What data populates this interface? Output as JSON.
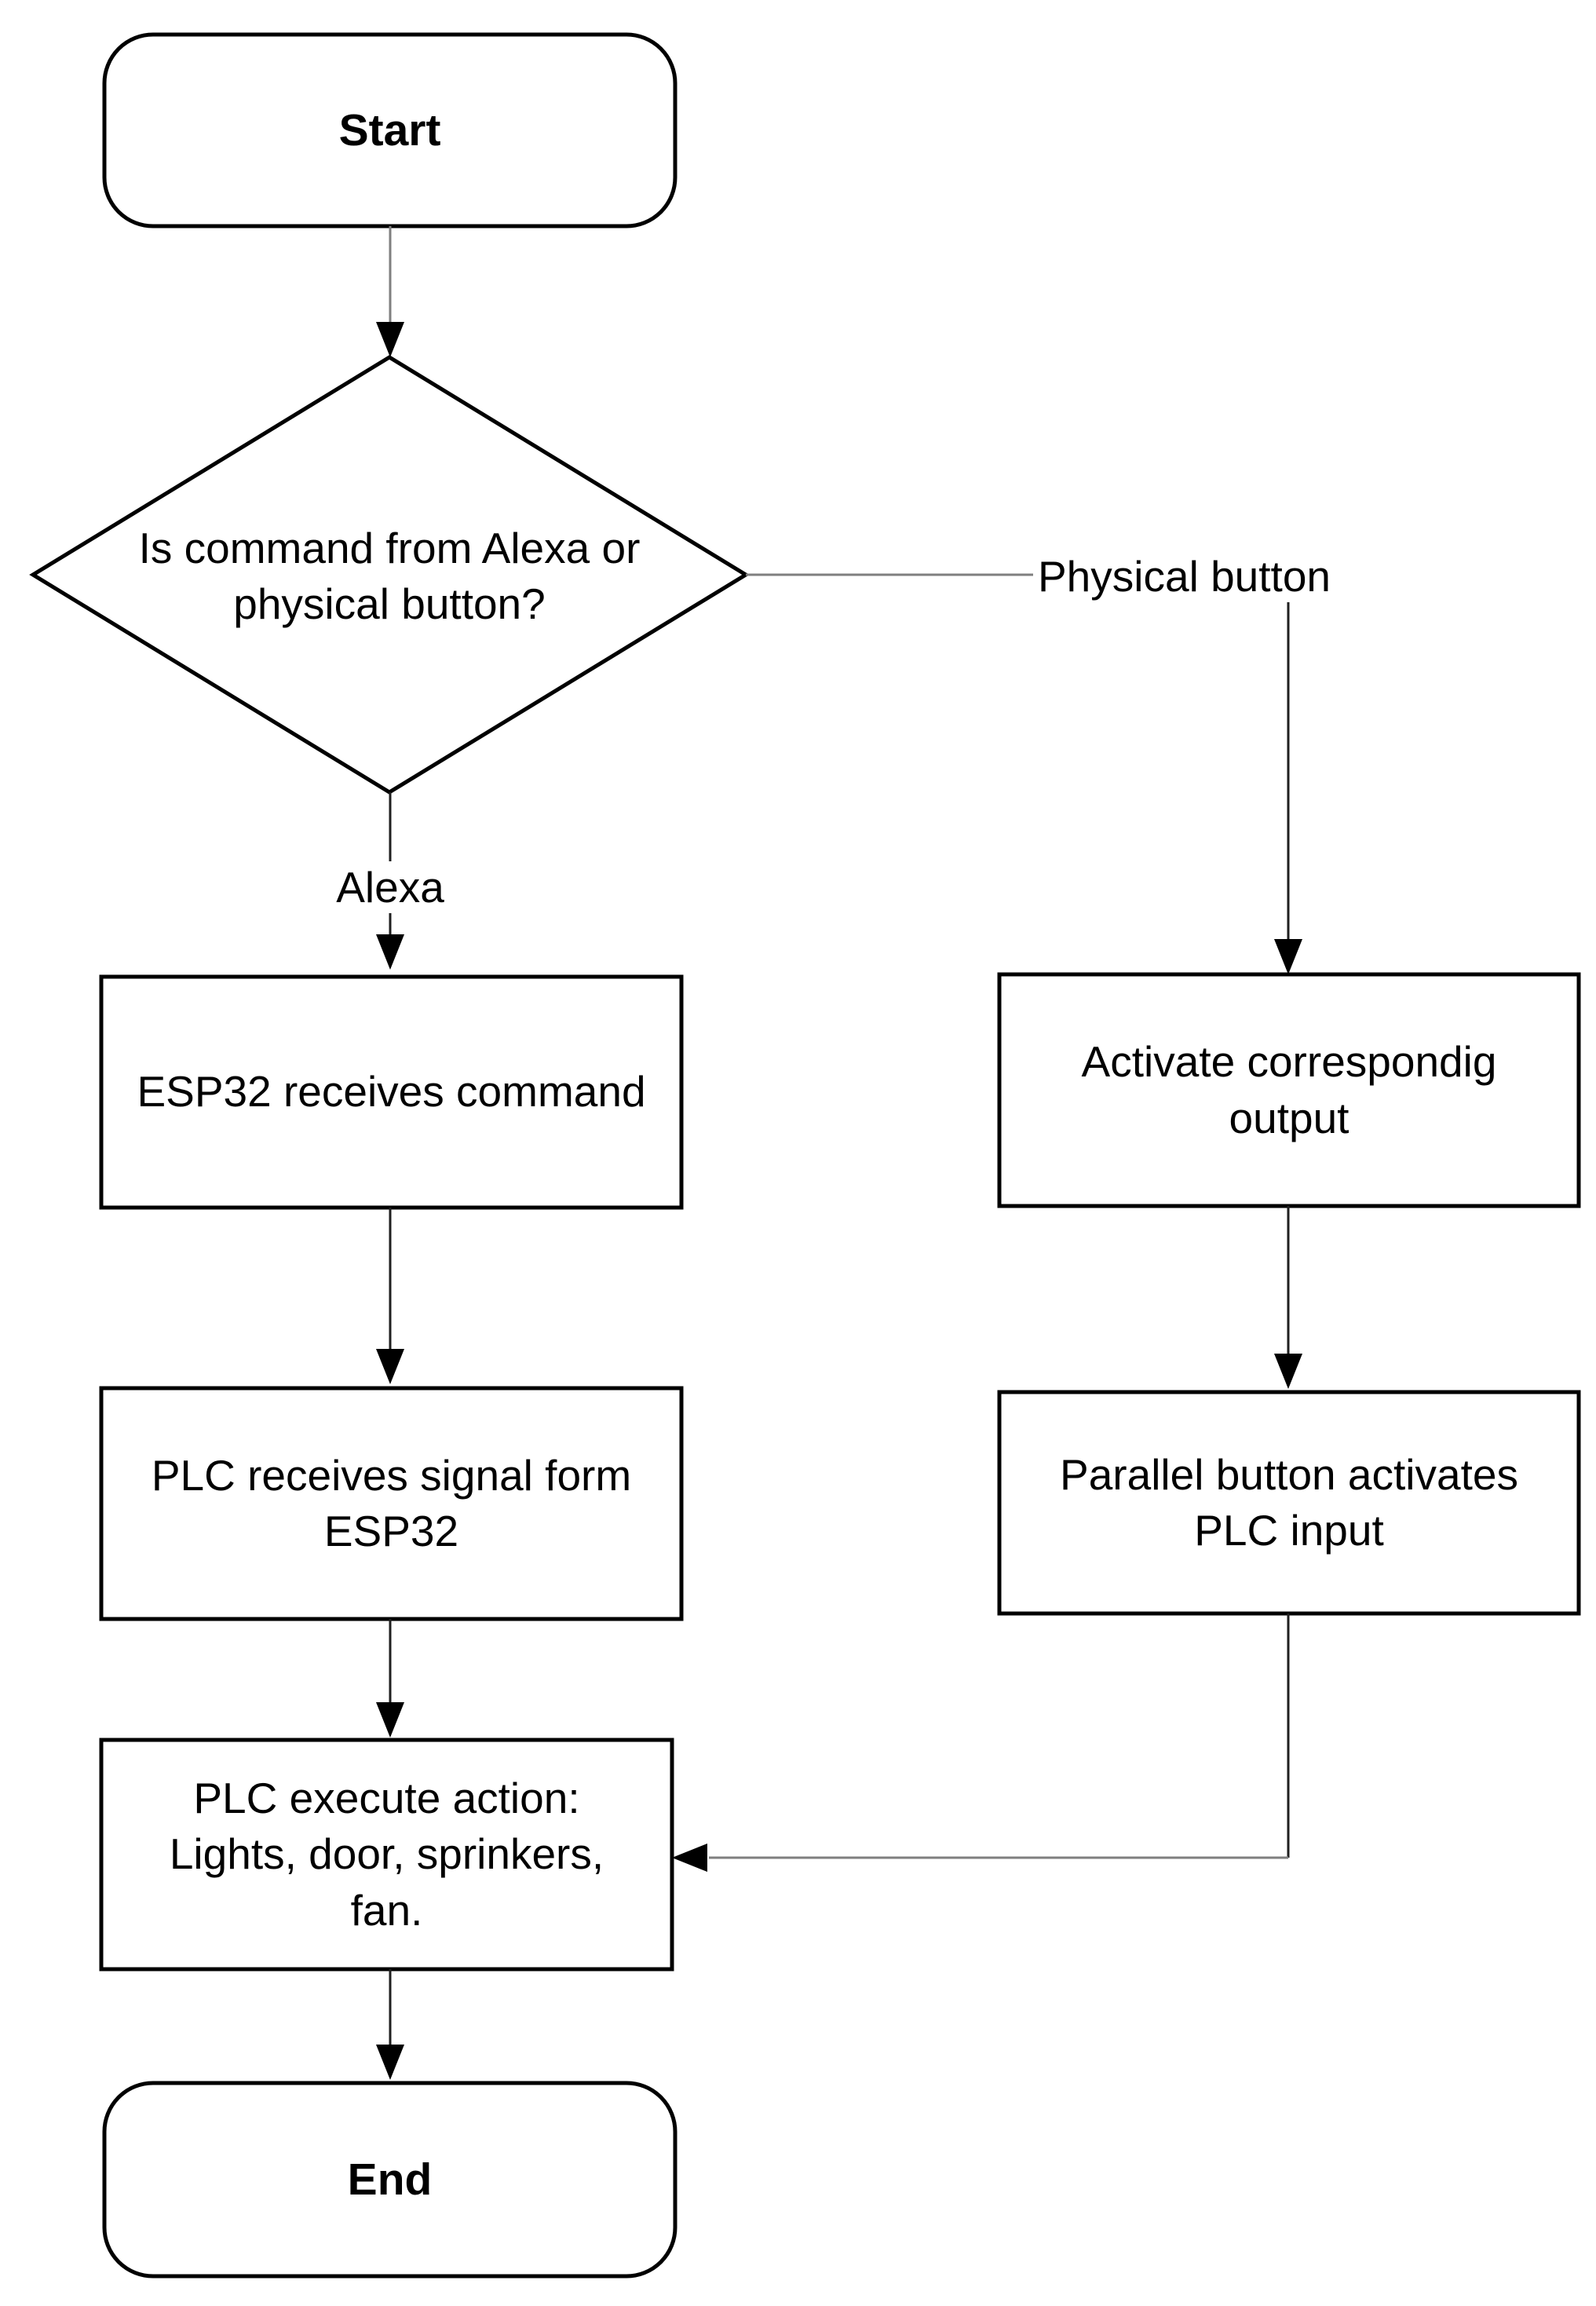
{
  "diagram": {
    "type": "flowchart",
    "nodes": {
      "start": {
        "shape": "rounded-terminal",
        "label": "Start"
      },
      "decision": {
        "shape": "diamond",
        "lines": [
          "Is command from Alexa or",
          "physical button?"
        ]
      },
      "esp32": {
        "shape": "process",
        "label": "ESP32 receives command"
      },
      "plc_receives": {
        "shape": "process",
        "lines": [
          "PLC receives signal form",
          "ESP32"
        ]
      },
      "plc_execute": {
        "shape": "process",
        "lines": [
          "PLC execute action:",
          "Lights, door, sprinkers,",
          "fan."
        ]
      },
      "end_node": {
        "shape": "rounded-terminal",
        "label": "End"
      },
      "activate": {
        "shape": "process",
        "lines": [
          "Activate correspondig",
          "output"
        ]
      },
      "parallel": {
        "shape": "process",
        "lines": [
          "Parallel button activates",
          "PLC input"
        ]
      }
    },
    "edge_labels": {
      "alexa": "Alexa",
      "physical": "Physical button"
    }
  },
  "colors": {
    "background": "#ffffff",
    "text": "#000000",
    "shape_stroke": "#000000",
    "shape_fill": "#ffffff",
    "connector_gray": "#7f7f7f",
    "connector_dark": "#1f1f1f",
    "arrowhead": "#000000"
  }
}
